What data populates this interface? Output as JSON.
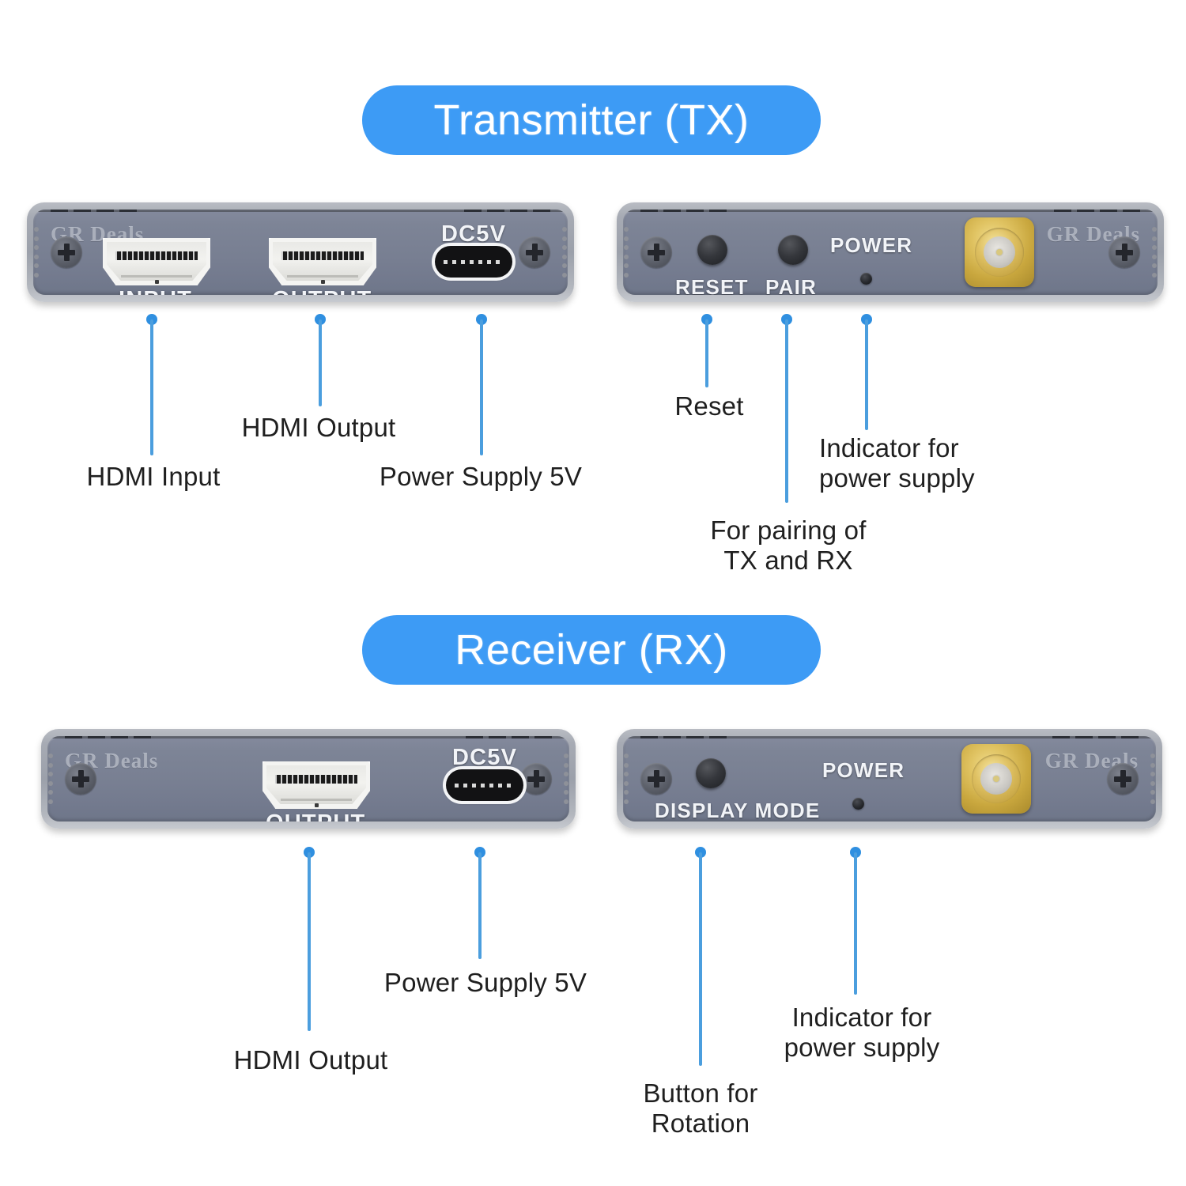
{
  "sections": {
    "transmitter": {
      "badge": "Transmitter (TX)"
    },
    "receiver": {
      "badge": "Receiver (RX)"
    }
  },
  "brand": {
    "watermark": "GR Deals"
  },
  "devices": {
    "tx_front": {
      "name": "Transmitter front panel",
      "ports": {
        "hdmi_input_label": "INPUT",
        "hdmi_output_label": "OUTPUT",
        "power_label": "DC5V"
      }
    },
    "tx_back": {
      "name": "Transmitter back panel",
      "controls": {
        "reset_label": "RESET",
        "pair_label": "PAIR",
        "power_label": "POWER"
      }
    },
    "rx_front": {
      "name": "Receiver front panel",
      "ports": {
        "hdmi_output_label": "OUTPUT",
        "power_label": "DC5V"
      }
    },
    "rx_back": {
      "name": "Receiver back panel",
      "controls": {
        "display_mode_label": "DISPLAY MODE",
        "power_label": "POWER"
      }
    }
  },
  "callouts": {
    "tx_front": [
      {
        "id": "hdmi-input",
        "text": "HDMI Input"
      },
      {
        "id": "hdmi-output",
        "text": "HDMI Output"
      },
      {
        "id": "power-supply",
        "text": "Power Supply 5V"
      }
    ],
    "tx_back": [
      {
        "id": "reset",
        "text": "Reset"
      },
      {
        "id": "pairing",
        "text": "For pairing of\nTX and RX"
      },
      {
        "id": "power-indicator",
        "text": "Indicator for\npower supply"
      }
    ],
    "rx_front": [
      {
        "id": "hdmi-output",
        "text": "HDMI Output"
      },
      {
        "id": "power-supply",
        "text": "Power Supply 5V"
      }
    ],
    "rx_back": [
      {
        "id": "rotation-button",
        "text": "Button for\nRotation"
      },
      {
        "id": "power-indicator",
        "text": "Indicator for\npower supply"
      }
    ]
  },
  "colors": {
    "badge_blue": "#3d9bf5",
    "callout_blue": "#4b9ede",
    "device_face": "#7d8496",
    "device_shell": "#a7abb4",
    "sma_gold": "#d9b94a",
    "label_text": "#1f1f1f",
    "background": "#ffffff"
  }
}
